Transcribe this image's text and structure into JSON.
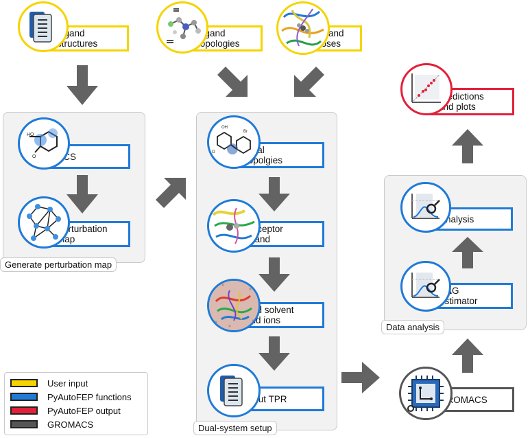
{
  "top_inputs": {
    "structures": "Ligand\nstructures",
    "topologies": "Ligand\ntopologies",
    "poses": "Ligand\nposes"
  },
  "left_panel": {
    "title": "Generate perturbation map",
    "mcs": "MCS",
    "map": "Perturbation\nmap"
  },
  "mid_panel": {
    "title": "Dual-system setup",
    "dual": "Dual\ntopolgies",
    "receptor": "Receptor\nligand",
    "solvent": "Add solvent\nand ions",
    "tpr": "Input TPR"
  },
  "right_panel": {
    "title": "Data analysis",
    "analysis": "Analysis",
    "ddg": "ΔΔG\nestimator"
  },
  "predictions": "Predictions\nand plots",
  "gromacs": "GROMACS",
  "legend": [
    {
      "label": "User input",
      "color": "#f5d400"
    },
    {
      "label": "PyAutoFEP functions",
      "color": "#1f7ad8"
    },
    {
      "label": "PyAutoFEP output",
      "color": "#e3213a"
    },
    {
      "label": "GROMACS",
      "color": "#555555"
    }
  ]
}
